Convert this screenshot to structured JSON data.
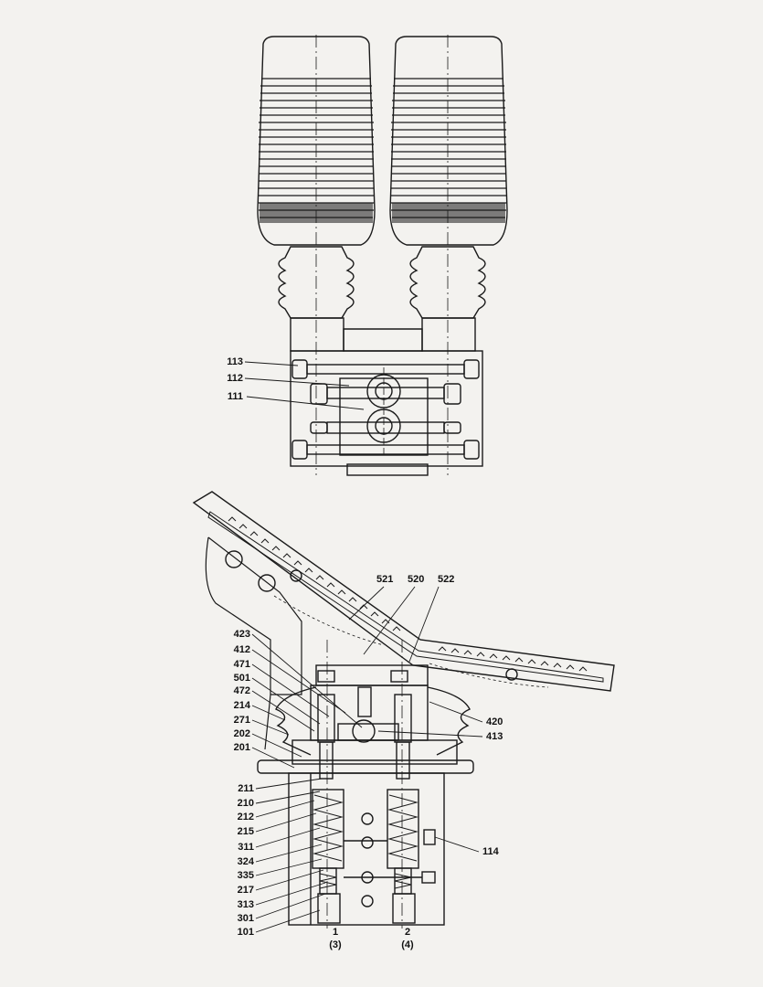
{
  "top_view": {
    "callouts": [
      "113",
      "112",
      "111"
    ]
  },
  "side_view": {
    "left_callouts": [
      "423",
      "412",
      "471",
      "501",
      "472",
      "214",
      "271",
      "202",
      "201",
      "211",
      "210",
      "212",
      "215",
      "311",
      "324",
      "335",
      "217",
      "313",
      "301",
      "101"
    ],
    "top_callouts": [
      "521",
      "520",
      "522"
    ],
    "right_callouts": [
      "420",
      "413",
      "114"
    ],
    "ports": [
      {
        "number": "1",
        "alt": "(3)"
      },
      {
        "number": "2",
        "alt": "(4)"
      }
    ]
  }
}
